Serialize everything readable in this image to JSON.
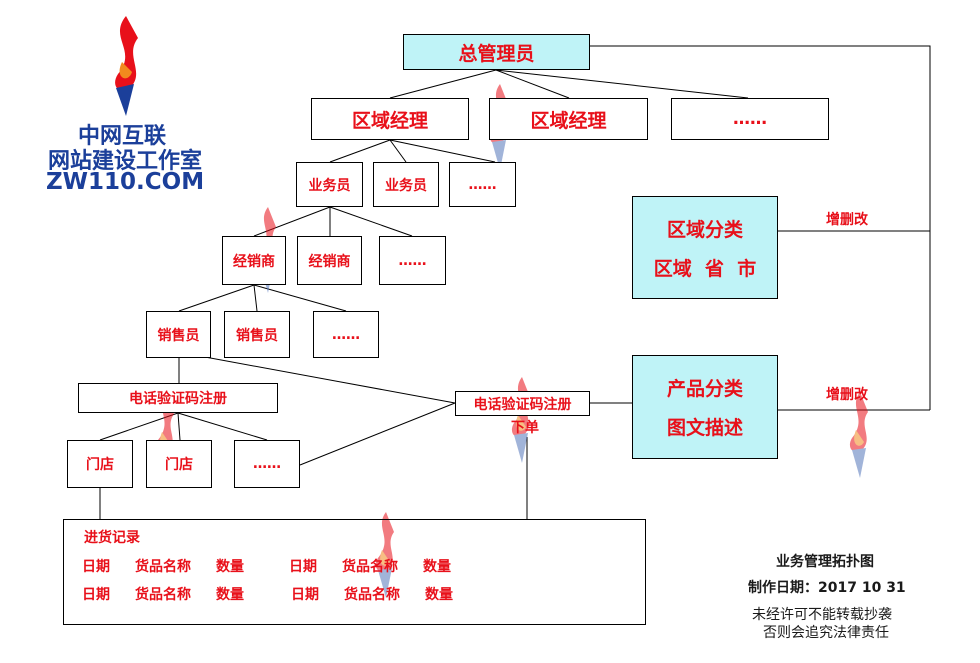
{
  "logo": {
    "line1": "中网互联",
    "line2": "网站建设工作室",
    "line3": "ZW110.COM",
    "colors": {
      "flame_red": "#e8101a",
      "flame_orange": "#f28a1e",
      "blue": "#1b3f9a"
    }
  },
  "nodes": {
    "admin": "总管理员",
    "region_mgr_1": "区域经理",
    "region_mgr_2": "区域经理",
    "region_more": "……",
    "sales_1": "业务员",
    "sales_2": "业务员",
    "sales_more": "……",
    "dealer_1": "经销商",
    "dealer_2": "经销商",
    "dealer_more": "……",
    "seller_1": "销售员",
    "seller_2": "销售员",
    "seller_more": "……",
    "phone_register": "电话验证码注册",
    "store_1": "门店",
    "store_2": "门店",
    "store_more": "……",
    "phone_register_order_line1": "电话验证码注册",
    "phone_register_order_line2": "下单",
    "region_cat_line1": "区域分类",
    "region_cat_line2": "区域  省  市",
    "product_cat_line1": "产品分类",
    "product_cat_line2": "图文描述",
    "crud_1": "增删改",
    "crud_2": "增删改"
  },
  "purchase": {
    "title": "进货记录",
    "rows": [
      [
        "日期",
        "货品名称",
        "数量",
        "日期",
        "货品名称",
        "数量"
      ],
      [
        "日期",
        "货品名称",
        "数量",
        "日期",
        "货品名称",
        "数量"
      ]
    ]
  },
  "footer": {
    "title": "业务管理拓扑图",
    "date": "制作日期：2017 10 31",
    "notice1": "未经许可不能转载抄袭",
    "notice2": "否则会追究法律责任"
  },
  "colors": {
    "text_red": "#e8101a",
    "cyan_fill": "#bff3f7"
  }
}
